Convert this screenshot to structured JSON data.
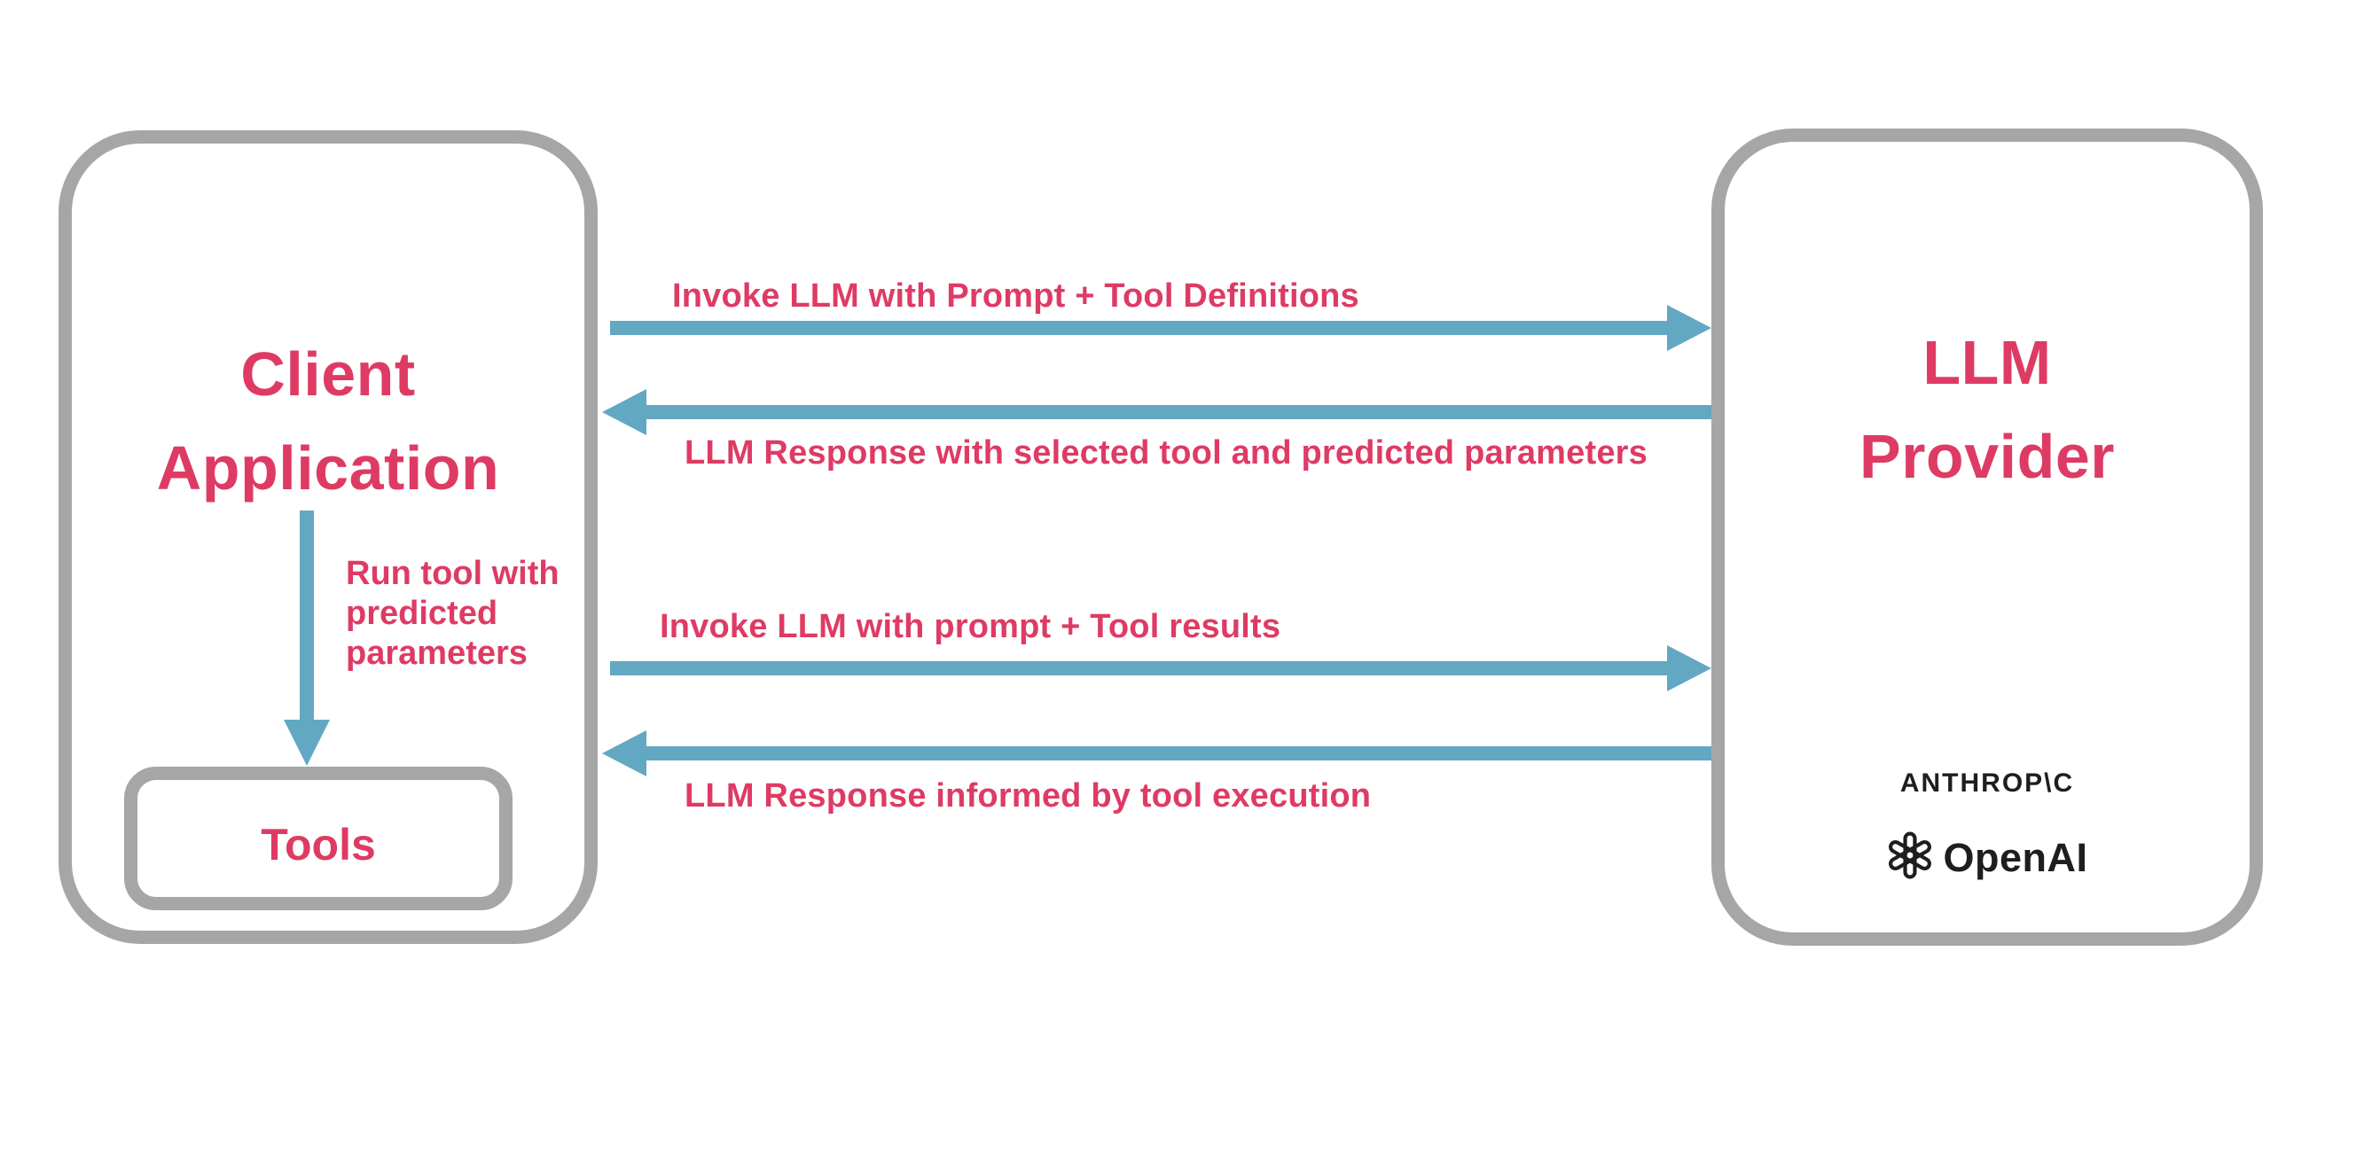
{
  "colors": {
    "pink": "#de3b64",
    "blue": "#62a8c2",
    "border_gray": "#a6a6a6",
    "logo_dark": "#1e1e1e",
    "background": "#ffffff"
  },
  "client_box": {
    "title_line1": "Client",
    "title_line2": "Application",
    "tools_label": "Tools"
  },
  "internal_arrow": {
    "label": "Run tool with\npredicted\nparameters"
  },
  "provider_box": {
    "title_line1": "LLM",
    "title_line2": "Provider",
    "anthropic_logo_text": "ANTHROP\\C",
    "openai_logo_text": "OpenAI"
  },
  "arrows": [
    {
      "direction": "right",
      "label": "Invoke LLM with Prompt + Tool Definitions"
    },
    {
      "direction": "left",
      "label": "LLM Response with selected tool and predicted parameters"
    },
    {
      "direction": "right",
      "label": "Invoke LLM with prompt + Tool results"
    },
    {
      "direction": "left",
      "label": "LLM Response informed by tool execution"
    }
  ]
}
